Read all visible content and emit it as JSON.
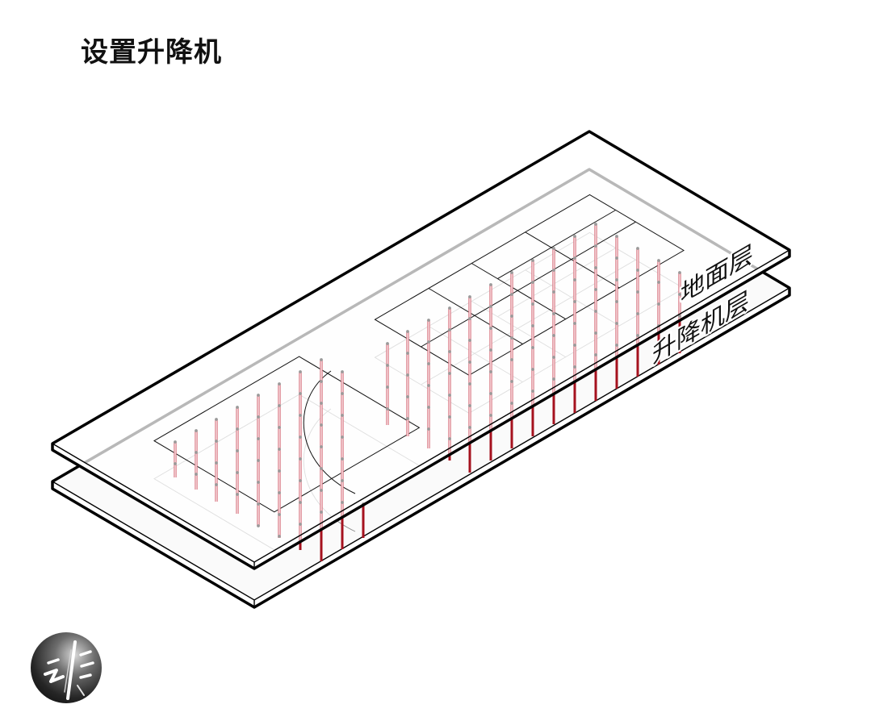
{
  "title": "设置升降机",
  "labels": {
    "ground_floor": "地面层",
    "lift_layer": "升降机层"
  },
  "colors": {
    "column_fill": "#f8dde0",
    "column_edge": "#d97884",
    "column_below_slab": "#a5121f",
    "slab_outline": "#000000",
    "upper_grid_line": "#111111",
    "lower_grid_line": "#8a8a8a",
    "column_node": "#9a9a9a"
  },
  "logo": {
    "icon": "brush-circle-logo"
  }
}
